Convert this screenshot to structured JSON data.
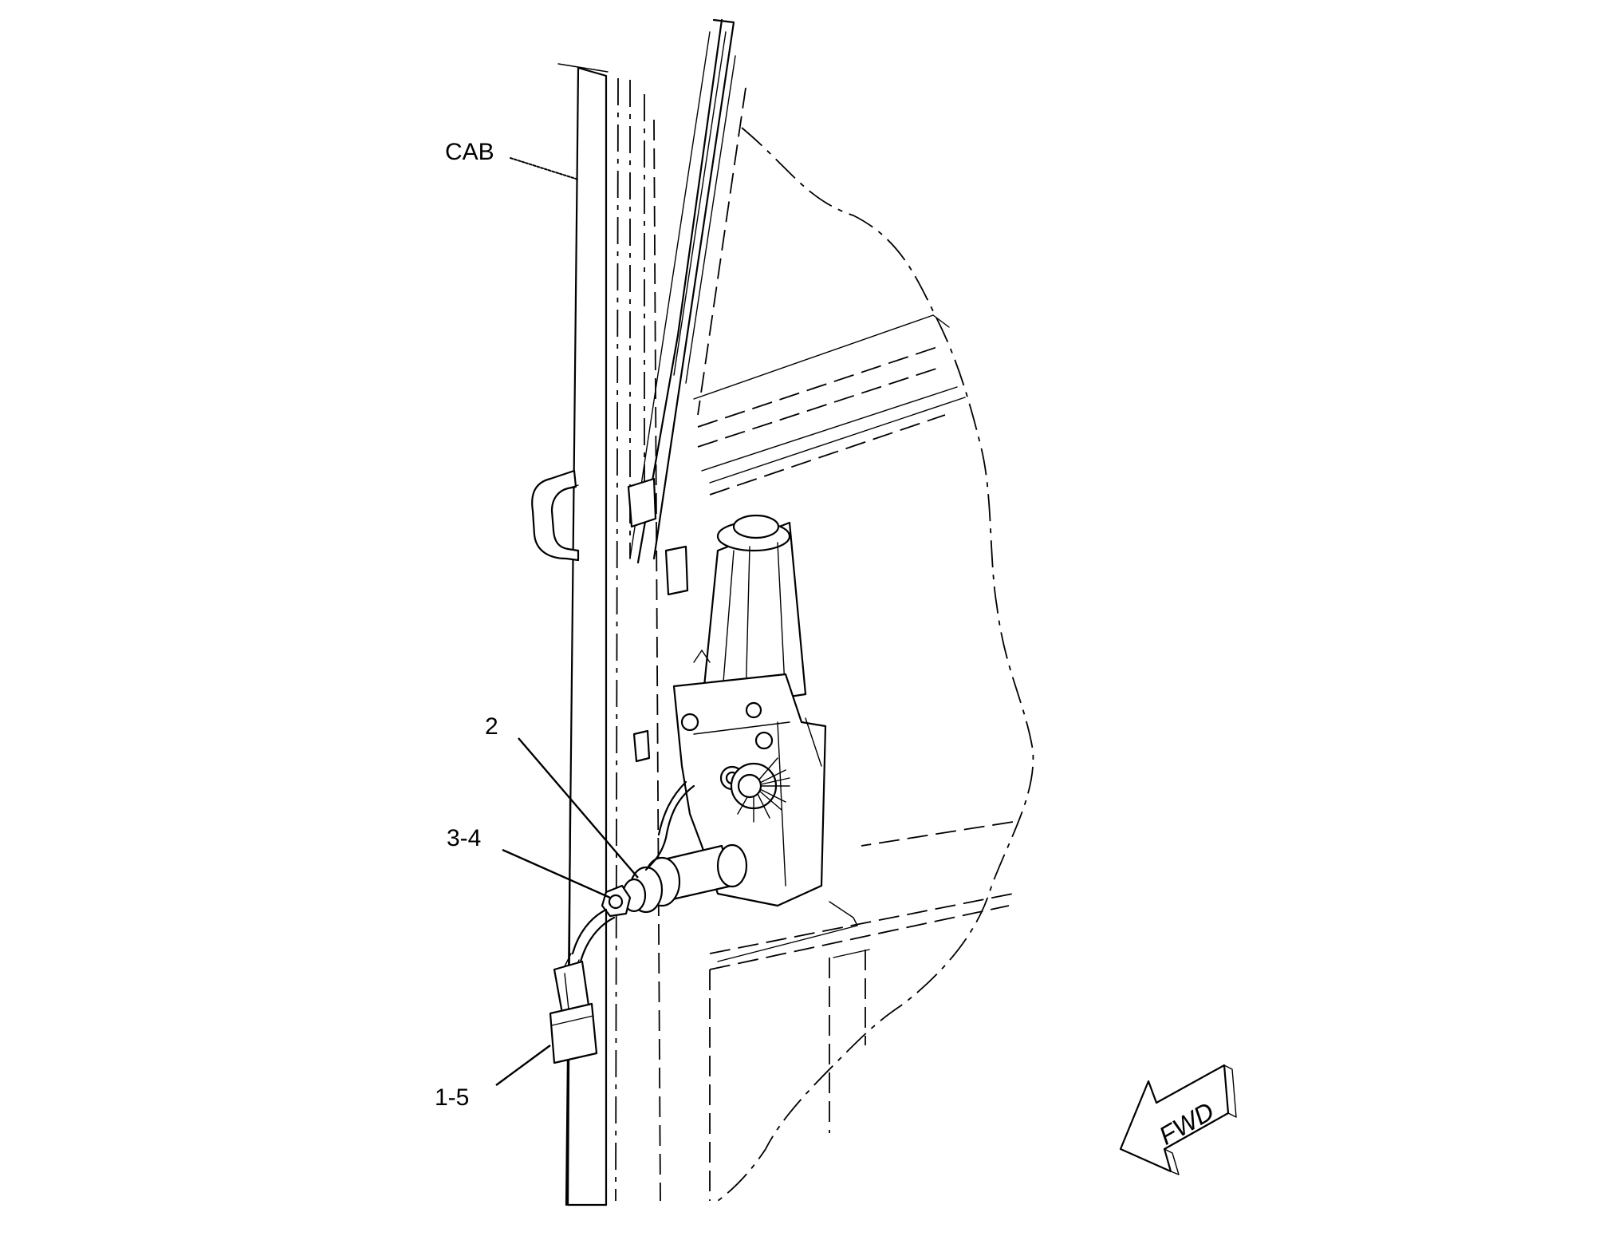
{
  "labels": {
    "cab": "CAB",
    "callout_2": "2",
    "callout_3_4": "3-4",
    "callout_1_5": "1-5",
    "fwd": "FWD"
  }
}
